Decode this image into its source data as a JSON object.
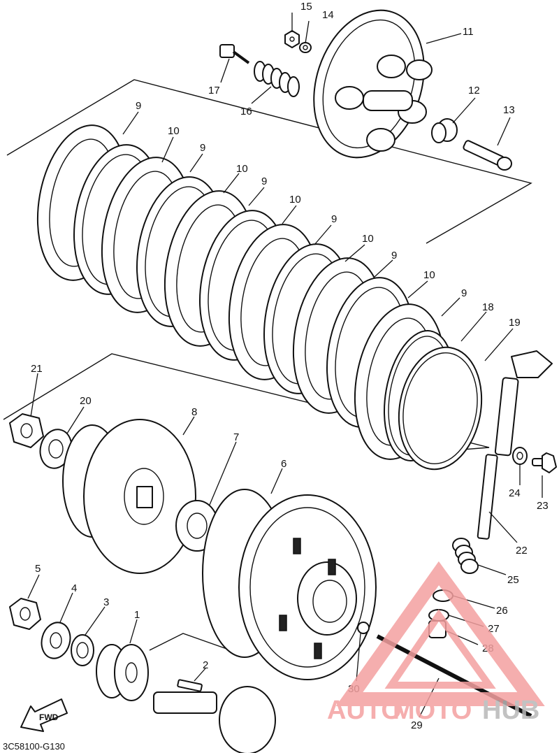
{
  "diagram": {
    "code": "3C58100-G130",
    "fwd_label": "FWD",
    "callouts": {
      "c1": "1",
      "c2": "2",
      "c3": "3",
      "c4": "4",
      "c5": "5",
      "c6": "6",
      "c7": "7",
      "c8": "8",
      "c9a": "9",
      "c9b": "9",
      "c9c": "9",
      "c9d": "9",
      "c9e": "9",
      "c9f": "9",
      "c10a": "10",
      "c10b": "10",
      "c10c": "10",
      "c10d": "10",
      "c10e": "10",
      "c11": "11",
      "c12": "12",
      "c13": "13",
      "c14": "14",
      "c15": "15",
      "c16": "16",
      "c17": "17",
      "c18": "18",
      "c19": "19",
      "c20": "20",
      "c21": "21",
      "c22": "22",
      "c23": "23",
      "c24": "24",
      "c25": "25",
      "c26": "26",
      "c27": "27",
      "c28": "28",
      "c29": "29",
      "c30": "30"
    }
  },
  "watermark": {
    "part1": "AUTO",
    "part2": "MOTO",
    "part3": "HUB",
    "colors": {
      "red": "#f4a0a0",
      "gray": "#b8b8b8"
    }
  }
}
